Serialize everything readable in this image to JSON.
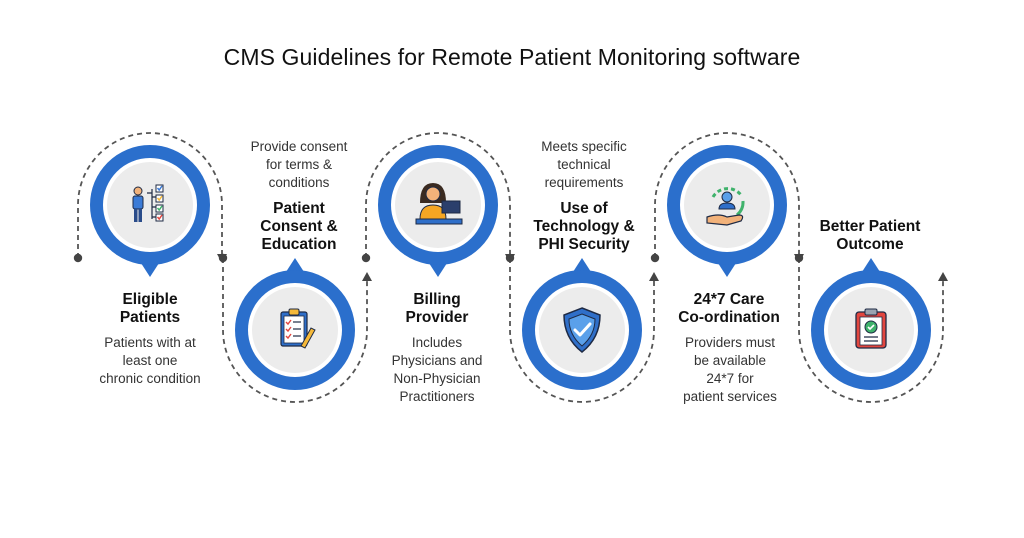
{
  "title": "CMS Guidelines for Remote Patient Monitoring software",
  "colors": {
    "accent": "#2b6fcc",
    "ring_inner": "#ffffff",
    "disc": "#ececec",
    "dash": "#555555"
  },
  "steps": [
    {
      "heading": "Eligible\nPatients",
      "description": "Patients with at\nleast one\nchronic condition",
      "icon": "patient-checklist-icon"
    },
    {
      "heading": "Patient\nConsent &\nEducation",
      "description": "Provide consent\nfor terms &\nconditions",
      "icon": "consent-clipboard-icon"
    },
    {
      "heading": "Billing\nProvider",
      "description": "Includes\nPhysicians and\nNon-Physician\nPractitioners",
      "icon": "billing-provider-icon"
    },
    {
      "heading": "Use of\nTechnology &\nPHI Security",
      "description": "Meets specific\ntechnical\nrequirements",
      "icon": "security-shield-icon"
    },
    {
      "heading": "24*7 Care\nCo-ordination",
      "description": "Providers must\nbe available\n24*7 for\npatient services",
      "icon": "care-coordination-icon"
    },
    {
      "heading": "Better Patient\nOutcome",
      "description": "",
      "icon": "outcome-clipboard-icon"
    }
  ]
}
